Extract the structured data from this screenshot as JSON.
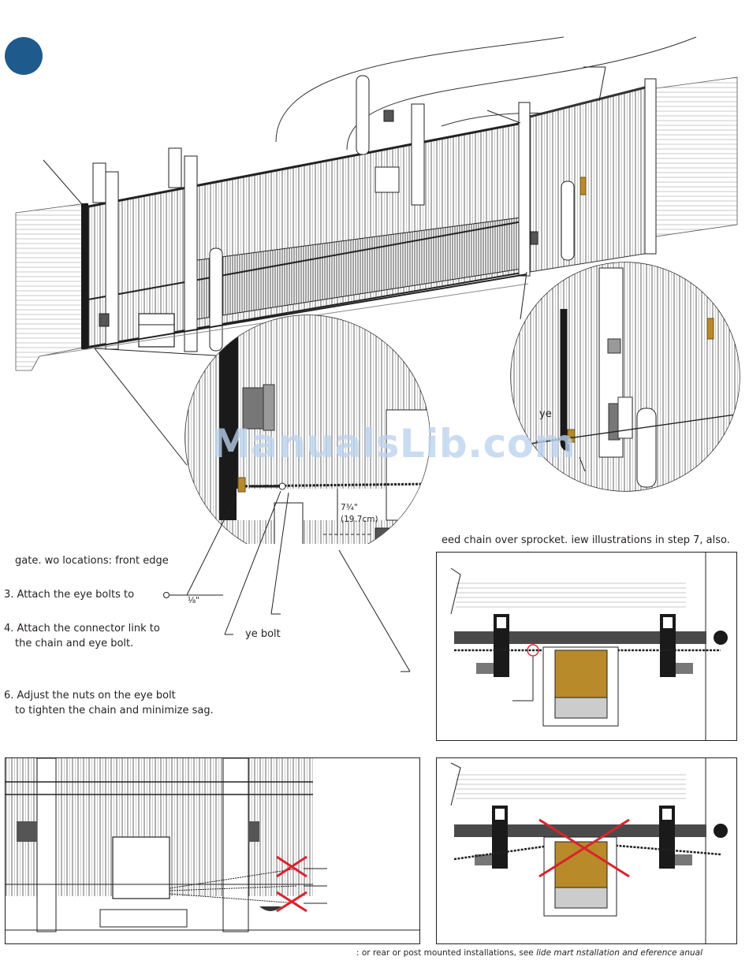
{
  "step_marker": {
    "color": "#1f5a8c"
  },
  "watermark": "ManualsLib.com",
  "callouts": {
    "eye_left": "ye",
    "eye_bolt": "ye bolt",
    "dim_primary": "7¾\"",
    "dim_secondary": "(19.7cm)",
    "gap_fraction": "⅛\""
  },
  "instructions": {
    "gate_line": "gate.   wo locations: front edge",
    "step3": "3. Attach the eye bolts to",
    "step4_line1": "4. Attach the connector link to",
    "step4_line2": "the chain and eye bolt.",
    "step6_line1": "6. Adjust the nuts on the eye bolt",
    "step6_line2": "to tighten the chain and minimize sag.",
    "feed_note": "eed chain over sprocket.   iew illustrations in step 7, also."
  },
  "footer": {
    "lead": ":  or rear or post mounted installations, see",
    "manual": "lide  mart       nstallation and    eference    anual"
  },
  "colors": {
    "accent_red": "#d9232e",
    "operator_gold": "#b88a2a",
    "rail_gray": "#4a4a4a"
  }
}
